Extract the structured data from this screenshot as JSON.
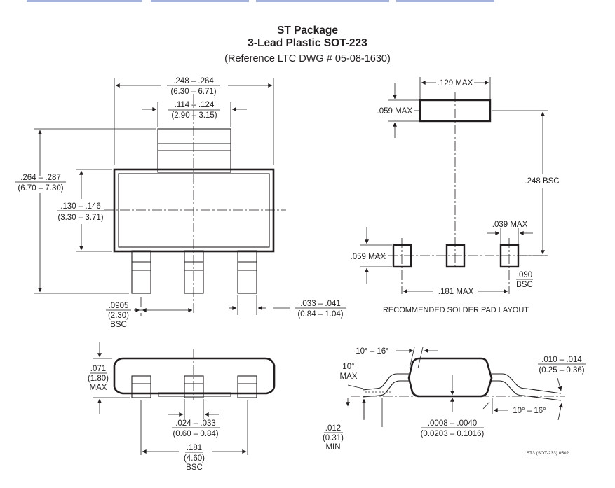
{
  "title": {
    "line1": "ST Package",
    "line2": "3-Lead Plastic SOT-223",
    "line3": "(Reference LTC DWG # 05-08-1630)"
  },
  "top_view": {
    "overall_width": {
      "inch": ".248 – .264",
      "mm": "(6.30 – 6.71)"
    },
    "tab_width": {
      "inch": ".114 – .124",
      "mm": "(2.90 – 3.15)"
    },
    "overall_height": {
      "inch": ".264 – .287",
      "mm": "(6.70 – 7.30)"
    },
    "body_height": {
      "inch": ".130 – .146",
      "mm": "(3.30 – 3.71)"
    },
    "lead_pitch": {
      "inch": ".0905",
      "mm": "(2.30)",
      "note": "BSC"
    },
    "lead_width": {
      "inch": ".033 – .041",
      "mm": "(0.84 – 1.04)"
    }
  },
  "solder_pad": {
    "pad_width": ".129 MAX",
    "pad_height_top": ".059 MAX",
    "pad_height_bottom": ".059 MAX",
    "pad_spacing": ".248 BSC",
    "small_pad_width": ".039 MAX",
    "small_pad_pitch": ".090",
    "small_pad_pitch_note": "BSC",
    "span": ".181 MAX",
    "caption": "RECOMMENDED SOLDER PAD LAYOUT"
  },
  "front_view": {
    "height": {
      "inch": ".071",
      "mm": "(1.80)",
      "note": "MAX"
    },
    "lead_thickness": {
      "inch": ".024 – .033",
      "mm": "(0.60 – 0.84)"
    },
    "span": {
      "inch": ".181",
      "mm": "(4.60)",
      "note": "BSC"
    }
  },
  "side_view": {
    "top_angle": "10° – 16°",
    "left_angle": "10°",
    "left_angle_note": "MAX",
    "lead_thickness": {
      "inch": ".010 – .014",
      "mm": "(0.25 – 0.36)"
    },
    "standoff_min": {
      "inch": ".012",
      "mm": "(0.31)",
      "note": "MIN"
    },
    "standoff": {
      "inch": ".0008 – .0040",
      "mm": "(0.0203 – 0.1016)"
    },
    "bottom_angle": "10° – 16°"
  },
  "drawing_code": "ST3 (SOT-233) 0502"
}
